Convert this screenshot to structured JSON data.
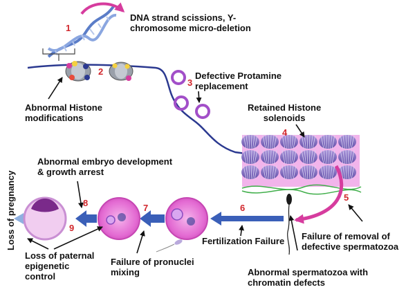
{
  "steps": {
    "s1": "1",
    "s2": "2",
    "s3": "3",
    "s4": "4",
    "s5": "5",
    "s6": "6",
    "s7": "7",
    "s8": "8",
    "s9": "9"
  },
  "labels": {
    "dna": [
      "DNA strand scissions, Y-",
      "chromosome micro-deletion"
    ],
    "histone_mod": [
      "Abnormal Histone",
      "modifications"
    ],
    "protamine": [
      "Defective Protamine",
      "replacement"
    ],
    "retained": [
      "Retained Histone",
      "solenoids"
    ],
    "embryo": [
      "Abnormal embryo development",
      "& growth arrest"
    ],
    "loss_pregnancy": "Loss of pregnancy",
    "paternal": [
      "Loss of paternal",
      "epigenetic",
      "control"
    ],
    "pronuclei": [
      "Failure of pronuclei",
      "mixing"
    ],
    "fertilization": "Fertilization Failure",
    "removal": [
      "Failure of removal of",
      "defective spermatozoa"
    ],
    "abnormal_sperm": [
      "Abnormal spermatozoa with",
      "chromatin defects"
    ]
  },
  "colors": {
    "step_number": "#d1262b",
    "arrow_blue": "#3a5fb8",
    "magenta": "#d63c9e",
    "chromatin": "#2b3990",
    "cell_pink": "#e36ad2",
    "solenoid": "#6a5bb8",
    "protamine_ring": "#a24fc8"
  }
}
